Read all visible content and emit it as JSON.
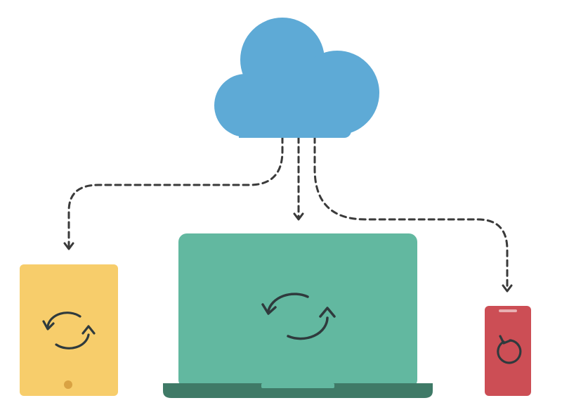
{
  "diagram": {
    "colors": {
      "cloud": "#5eaad6",
      "tablet": "#f7cd6b",
      "tablet_button": "#d9a243",
      "laptop_screen": "#62b8a0",
      "laptop_base": "#3f7a67",
      "phone": "#cc4e55",
      "arrow": "#3a3a3a",
      "sync_icon": "#2f3a3d"
    },
    "nodes": [
      {
        "id": "cloud",
        "icon": "cloud-icon"
      },
      {
        "id": "tablet",
        "icon": "sync-icon"
      },
      {
        "id": "laptop",
        "icon": "sync-icon"
      },
      {
        "id": "phone",
        "icon": "refresh-icon"
      }
    ],
    "connections": [
      {
        "from": "cloud",
        "to": "tablet",
        "style": "dashed-arrow"
      },
      {
        "from": "cloud",
        "to": "laptop",
        "style": "dashed-arrow"
      },
      {
        "from": "cloud",
        "to": "phone",
        "style": "dashed-arrow"
      }
    ]
  }
}
